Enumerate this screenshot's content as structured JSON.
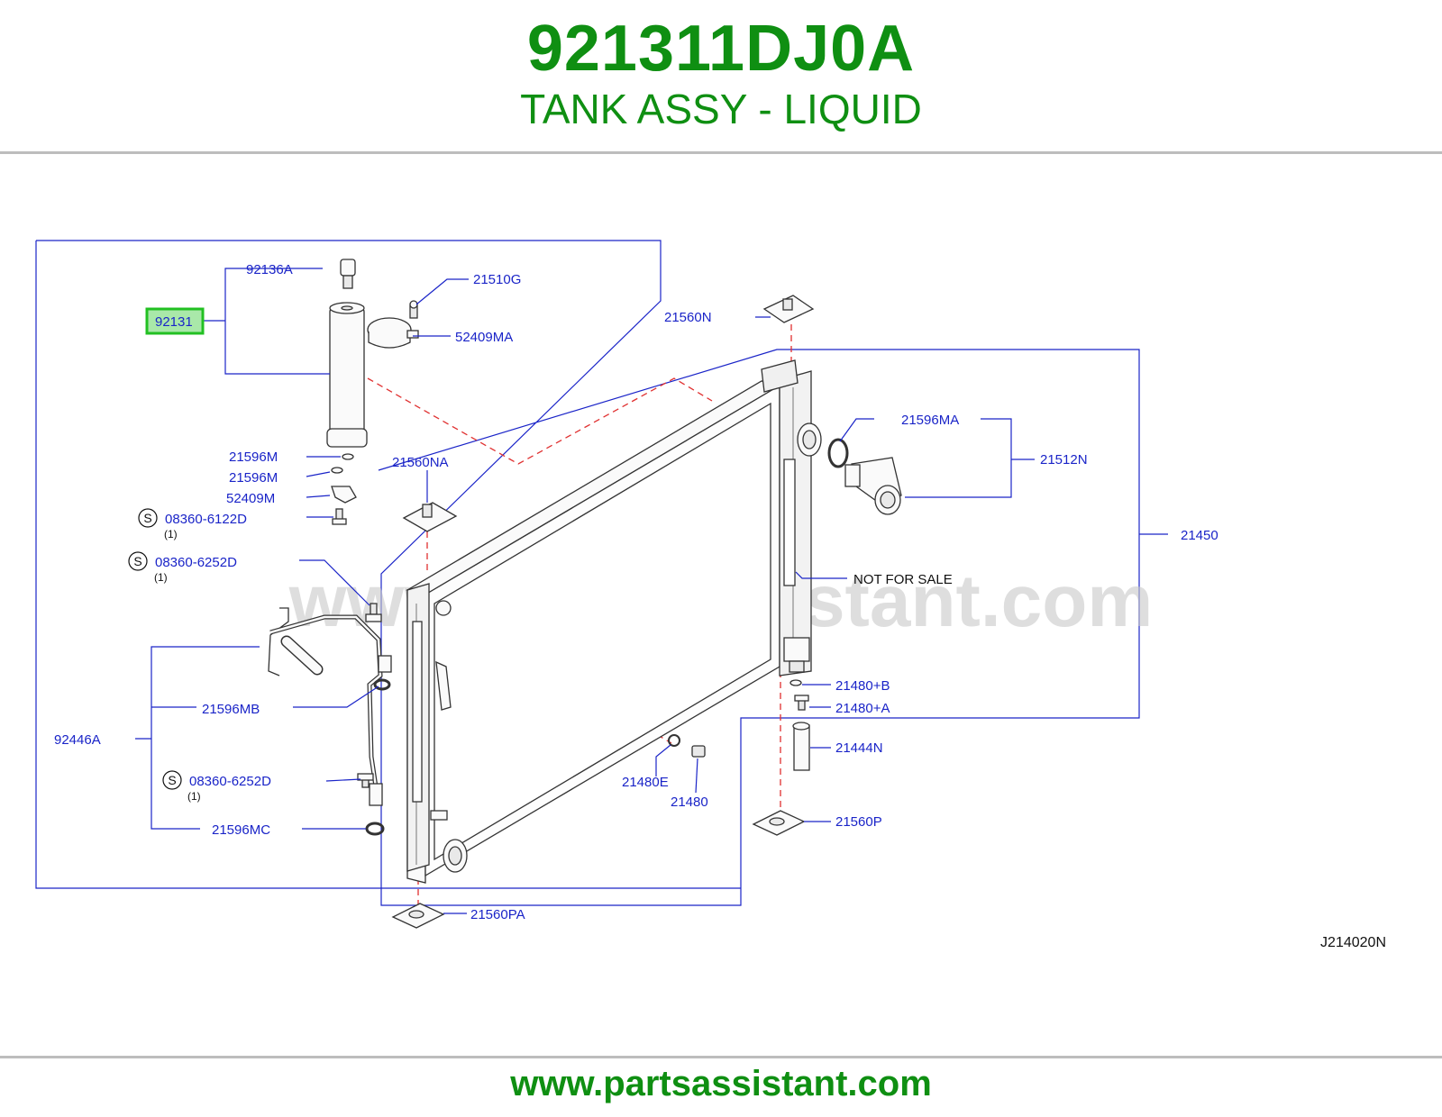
{
  "header": {
    "part_number": "921311DJ0A",
    "part_name": "TANK ASSY - LIQUID"
  },
  "diagram": {
    "highlighted_part": "92131",
    "watermark": "www.partsassistant.com",
    "drawing_code": "J214020N",
    "not_for_sale": "NOT  FOR  SALE",
    "screw_symbol": "S",
    "labels": {
      "p92136A": "92136A",
      "p21510G": "21510G",
      "p52409MA": "52409MA",
      "p21560N": "21560N",
      "p21596M_1": "21596M",
      "p21596M_2": "21596M",
      "p52409M": "52409M",
      "p08360_6122D": "08360-6122D",
      "qty1": "(1)",
      "p08360_6252D_1": "08360-6252D",
      "qty2": "(1)",
      "p21560NA": "21560NA",
      "p21596MA": "21596MA",
      "p21512N": "21512N",
      "p21450": "21450",
      "p21596MB": "21596MB",
      "p92446A": "92446A",
      "p08360_6252D_2": "08360-6252D",
      "qty3": "(1)",
      "p21596MC": "21596MC",
      "p21480B": "21480+B",
      "p21480A": "21480+A",
      "p21444N": "21444N",
      "p21480E": "21480E",
      "p21480": "21480",
      "p21560P": "21560P",
      "p21560PA": "21560PA"
    }
  },
  "footer": {
    "url": "www.partsassistant.com"
  },
  "colors": {
    "brand_green": "#0f8f12",
    "label_blue": "#1a24c8",
    "highlight_green": "#22c022",
    "dash_red": "#e03030"
  }
}
